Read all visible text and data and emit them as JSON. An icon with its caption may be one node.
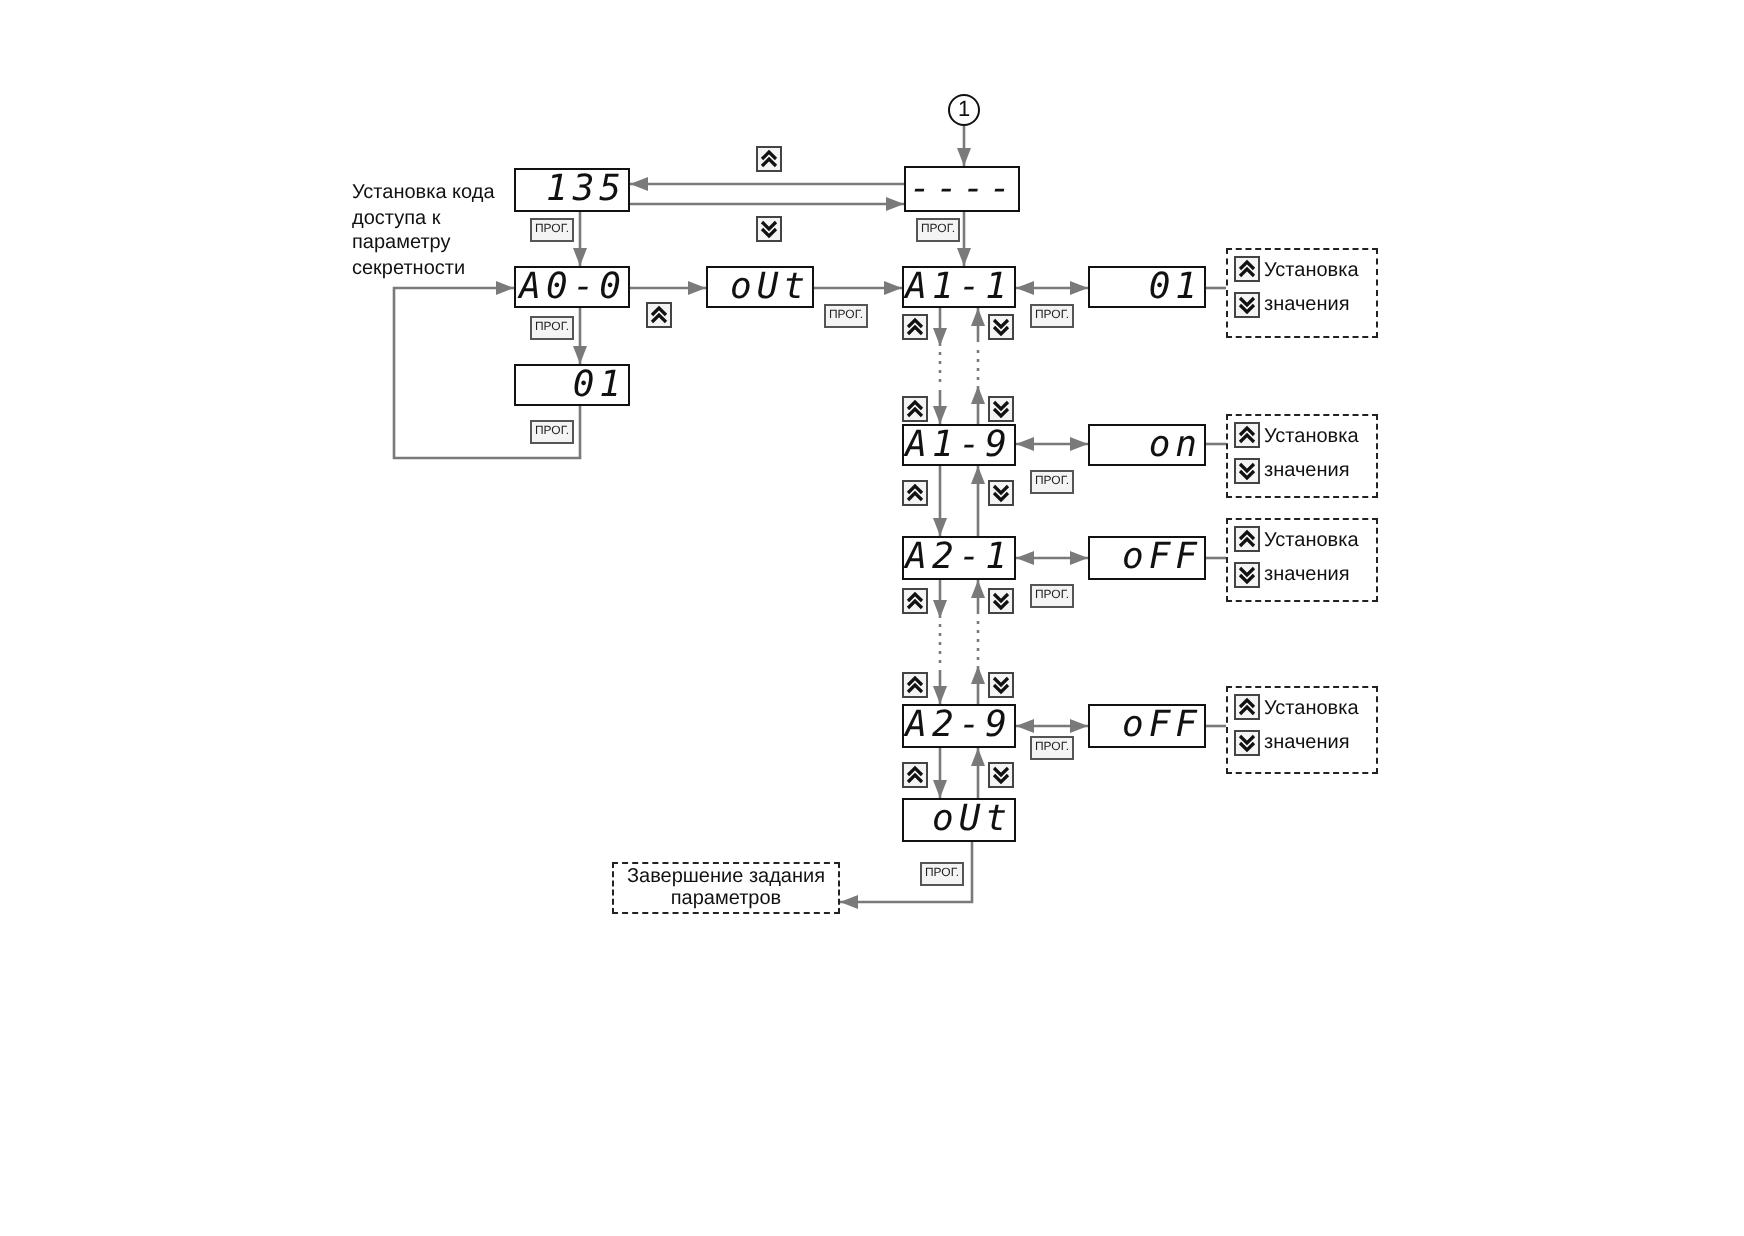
{
  "diagram": {
    "nodes": [
      {
        "text": [
          "1"
        ]
      },
      {
        "text": [
          "----"
        ]
      },
      {
        "text": [
          "135"
        ]
      },
      {
        "text": [
          "A0-0"
        ]
      },
      {
        "text": [
          "01"
        ]
      },
      {
        "text": [
          "oUt"
        ]
      },
      {
        "text": [
          "A1-1"
        ]
      },
      {
        "text": [
          "01"
        ]
      },
      {
        "text": [
          "Установка значения"
        ]
      },
      {
        "text": [
          "A1-9"
        ]
      },
      {
        "text": [
          "on"
        ]
      },
      {
        "text": [
          "Установка значения"
        ]
      },
      {
        "text": [
          "A2-1"
        ]
      },
      {
        "text": [
          "oFF"
        ]
      },
      {
        "text": [
          "Установка значения"
        ]
      },
      {
        "text": [
          "A2-9"
        ]
      },
      {
        "text": [
          "oFF"
        ]
      },
      {
        "text": [
          "Установка значения"
        ]
      },
      {
        "text": [
          "oUt"
        ]
      },
      {
        "text": [
          "Завершение задания параметров"
        ]
      }
    ],
    "edges": [
      {
        "from": 0,
        "to": 1,
        "arrow": "to"
      },
      {
        "from": 1,
        "to": 2,
        "arrow": "to"
      },
      {
        "from": 2,
        "to": 1,
        "arrow": "to"
      },
      {
        "from": 2,
        "to": 3,
        "arrow": "to",
        "label": "ПРОГ."
      },
      {
        "from": 3,
        "to": 4,
        "arrow": "to",
        "label": "ПРОГ."
      },
      {
        "from": 4,
        "to": 3,
        "arrow": "to",
        "label": "ПРОГ."
      },
      {
        "from": 3,
        "to": 5,
        "arrow": "to"
      },
      {
        "from": 5,
        "to": 6,
        "arrow": "to",
        "label": "ПРОГ."
      },
      {
        "from": 1,
        "to": 6,
        "arrow": "to",
        "label": "ПРОГ."
      },
      {
        "from": 6,
        "to": 7,
        "arrow": "both",
        "label": "ПРОГ."
      },
      {
        "from": 7,
        "to": 8,
        "arrow": "none"
      },
      {
        "from": 6,
        "to": 9,
        "arrow": "to",
        "style": "dashed"
      },
      {
        "from": 9,
        "to": 6,
        "arrow": "to",
        "style": "dashed"
      },
      {
        "from": 9,
        "to": 10,
        "arrow": "both",
        "label": "ПРОГ."
      },
      {
        "from": 10,
        "to": 11,
        "arrow": "none"
      },
      {
        "from": 9,
        "to": 12,
        "arrow": "to"
      },
      {
        "from": 12,
        "to": 9,
        "arrow": "to"
      },
      {
        "from": 12,
        "to": 13,
        "arrow": "both",
        "label": "ПРОГ."
      },
      {
        "from": 13,
        "to": 14,
        "arrow": "none"
      },
      {
        "from": 12,
        "to": 15,
        "arrow": "to",
        "style": "dashed"
      },
      {
        "from": 15,
        "to": 12,
        "arrow": "to",
        "style": "dashed"
      },
      {
        "from": 15,
        "to": 16,
        "arrow": "both",
        "label": "ПРОГ."
      },
      {
        "from": 16,
        "to": 17,
        "arrow": "none"
      },
      {
        "from": 15,
        "to": 18,
        "arrow": "to"
      },
      {
        "from": 18,
        "to": 15,
        "arrow": "to"
      },
      {
        "from": 18,
        "to": 19,
        "arrow": "to",
        "label": "ПРОГ."
      }
    ],
    "labels": [
      "Установка кода доступа к параметру секретности"
    ]
  }
}
